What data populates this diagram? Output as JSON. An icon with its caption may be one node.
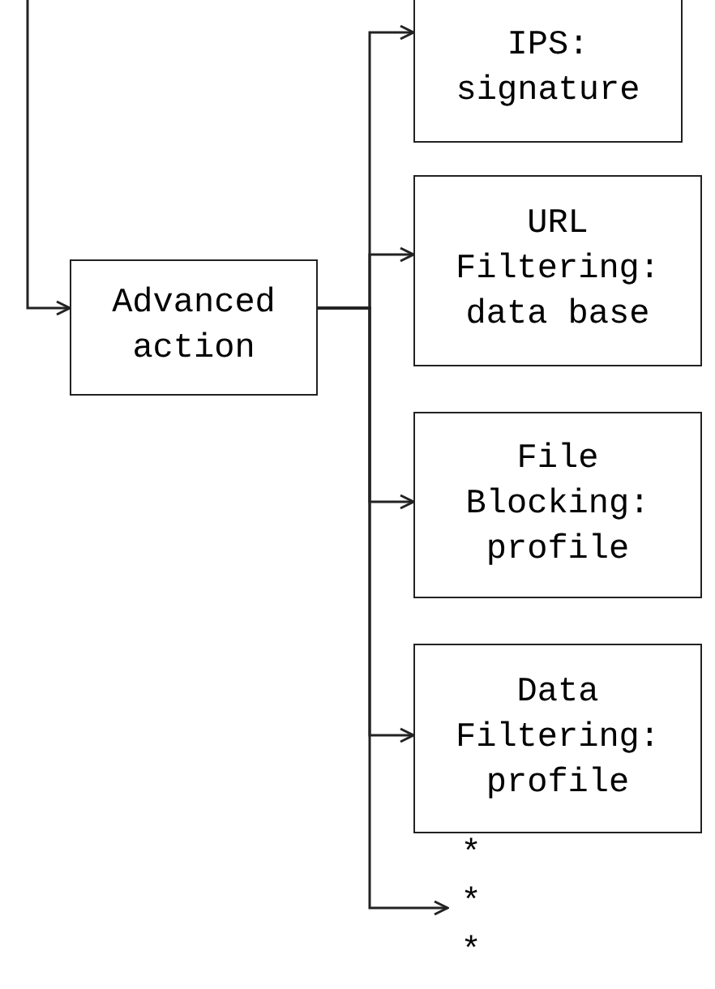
{
  "diagram": {
    "nodes": [
      {
        "text": [
          "Advanced action"
        ]
      },
      {
        "text": [
          "IPS: signature"
        ]
      },
      {
        "text": [
          "URL Filtering: data base"
        ]
      },
      {
        "text": [
          "File Blocking: profile"
        ]
      },
      {
        "text": [
          "Data Filtering: profile"
        ]
      },
      {
        "text": [
          "* * *"
        ]
      }
    ],
    "edges": [
      {
        "from": null,
        "to": 0,
        "arrow": "to"
      },
      {
        "from": 0,
        "to": 1,
        "arrow": "to"
      },
      {
        "from": 0,
        "to": 2,
        "arrow": "to"
      },
      {
        "from": 0,
        "to": 3,
        "arrow": "to"
      },
      {
        "from": 0,
        "to": 4,
        "arrow": "to"
      },
      {
        "from": 0,
        "to": 5,
        "arrow": "to"
      }
    ]
  }
}
